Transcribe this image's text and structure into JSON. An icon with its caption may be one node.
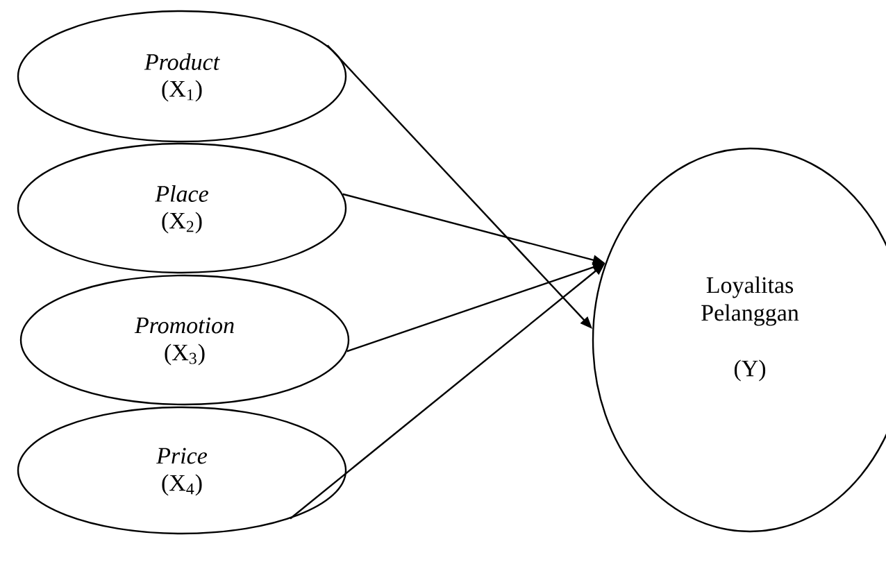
{
  "diagram": {
    "nodes": [
      {
        "text": [
          "Product",
          "(X$_{1}$)"
        ]
      },
      {
        "text": [
          "Place",
          "(X$_{2}$)"
        ]
      },
      {
        "text": [
          "Promotion",
          "(X$_{3}$)"
        ]
      },
      {
        "text": [
          "Price",
          "(X$_{4}$)"
        ]
      },
      {
        "text": [
          "Loyalitas Pelanggan",
          "(Y)"
        ]
      }
    ],
    "edges": [
      {
        "from": 0,
        "to": 4,
        "arrow": "to"
      },
      {
        "from": 1,
        "to": 4,
        "arrow": "to"
      },
      {
        "from": 2,
        "to": 4,
        "arrow": "to"
      },
      {
        "from": 3,
        "to": 4,
        "arrow": "to"
      }
    ]
  }
}
